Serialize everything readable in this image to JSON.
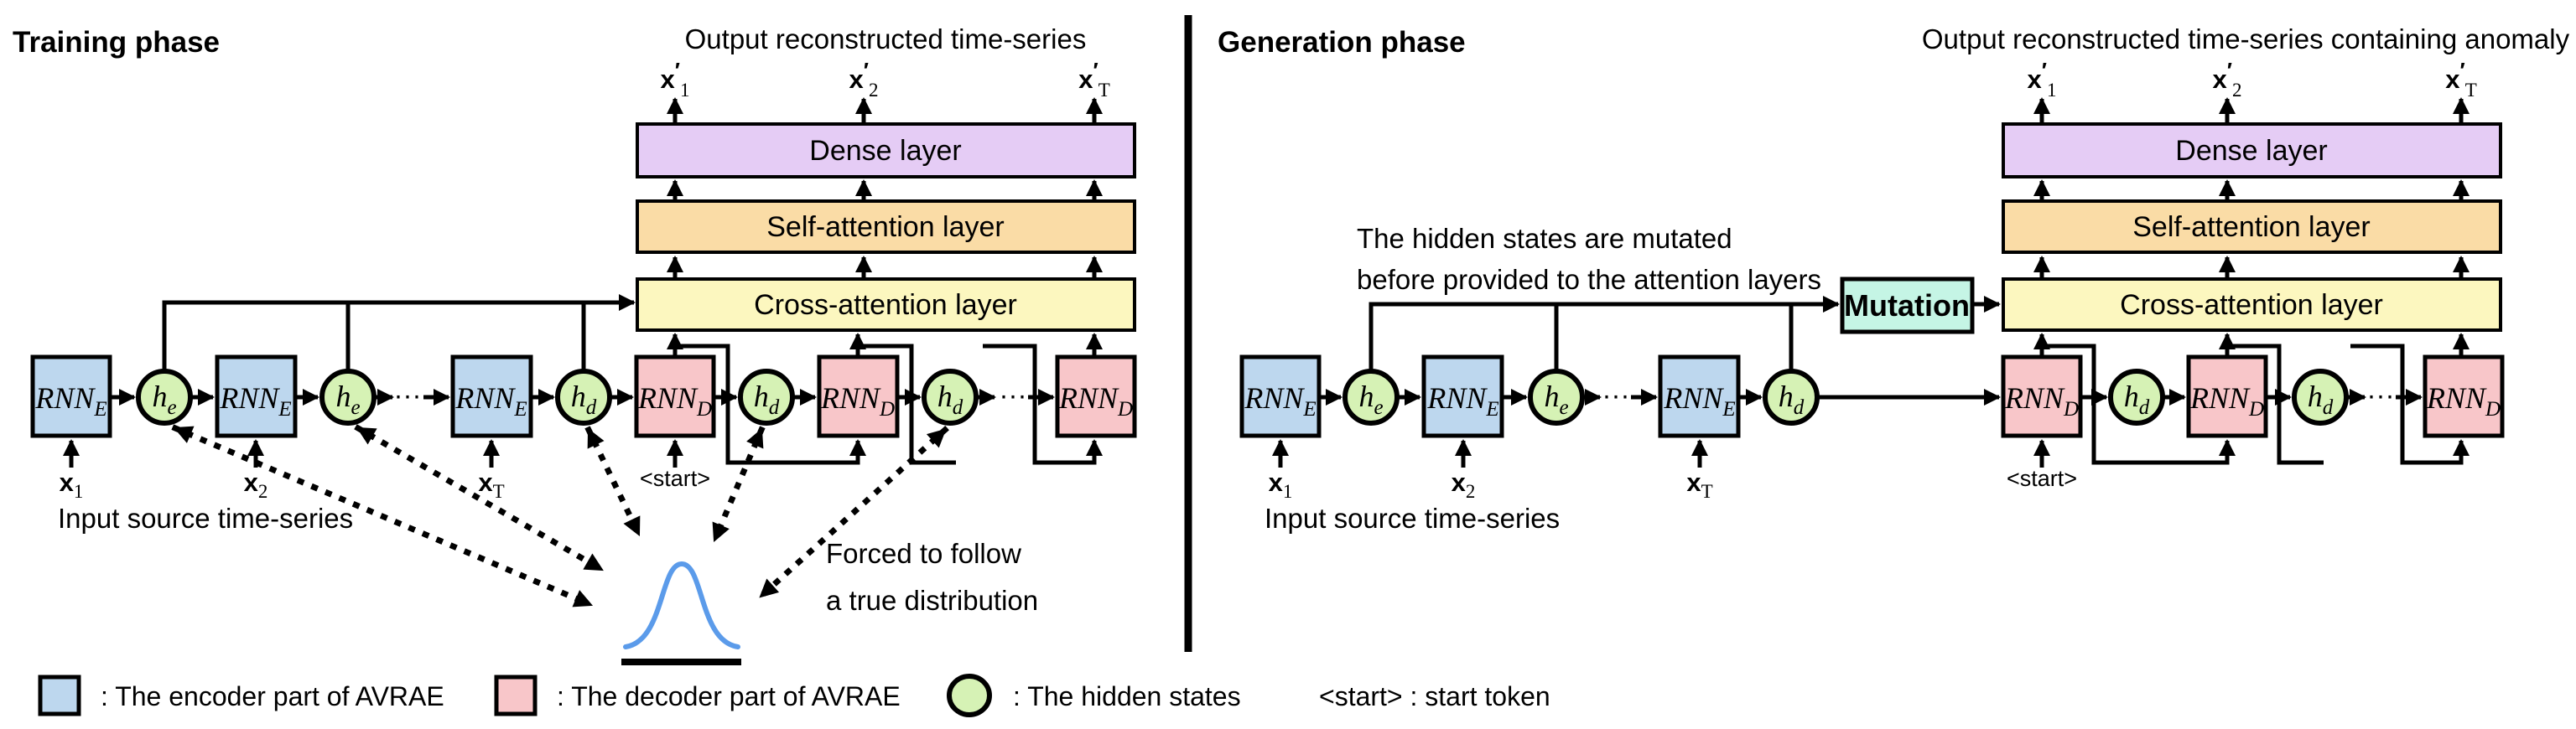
{
  "colors": {
    "encoder_fill": "#BDD7EE",
    "decoder_fill": "#F8C6C9",
    "hidden_fill": "#D6F2B5",
    "dense_fill": "#E5CCF5",
    "self_attention_fill": "#FADCA6",
    "cross_attention_fill": "#FCF7BF",
    "mutation_fill": "#C5F5E5",
    "curve_stroke": "#5B9BEA",
    "line": "#000000"
  },
  "symbols": {
    "rnn_encoder": {
      "main": "RNN",
      "sub": "E"
    },
    "rnn_decoder": {
      "main": "RNN",
      "sub": "D"
    },
    "hidden_encoder": {
      "main": "h",
      "sub": "e"
    },
    "hidden_decoder": {
      "main": "h",
      "sub": "d"
    },
    "dots": "···"
  },
  "training": {
    "title": "Training phase",
    "output_label": "Output reconstructed time-series",
    "layers": {
      "dense": "Dense layer",
      "self_attention": "Self-attention layer",
      "cross_attention": "Cross-attention layer"
    },
    "outputs": [
      {
        "base": "x",
        "prime": "′",
        "sub": "1"
      },
      {
        "base": "x",
        "prime": "′",
        "sub": "2"
      },
      {
        "base": "x",
        "prime": "′",
        "sub": "T"
      }
    ],
    "inputs": [
      {
        "base": "x",
        "sub": "1"
      },
      {
        "base": "x",
        "sub": "2"
      },
      {
        "base": "x",
        "sub": "T"
      }
    ],
    "start_token": "<start>",
    "input_caption": "Input source time-series",
    "forced_note_line1": "Forced to follow",
    "forced_note_line2": "a true distribution"
  },
  "generation": {
    "title": "Generation phase",
    "output_label": "Output reconstructed time-series containing anomaly",
    "layers": {
      "dense": "Dense layer",
      "self_attention": "Self-attention layer",
      "cross_attention": "Cross-attention layer"
    },
    "mutation_label": "Mutation",
    "note_line1": "The hidden states are mutated",
    "note_line2": "before provided to the attention layers",
    "outputs": [
      {
        "base": "x",
        "prime": "′",
        "sub": "1"
      },
      {
        "base": "x",
        "prime": "′",
        "sub": "2"
      },
      {
        "base": "x",
        "prime": "′",
        "sub": "T"
      }
    ],
    "inputs": [
      {
        "base": "x",
        "sub": "1"
      },
      {
        "base": "x",
        "sub": "2"
      },
      {
        "base": "x",
        "sub": "T"
      }
    ],
    "start_token": "<start>",
    "input_caption": "Input source time-series"
  },
  "legend": {
    "encoder": ": The encoder part of AVRAE",
    "decoder": ": The decoder part of AVRAE",
    "hidden": ": The hidden states",
    "start": "<start> : start token"
  }
}
